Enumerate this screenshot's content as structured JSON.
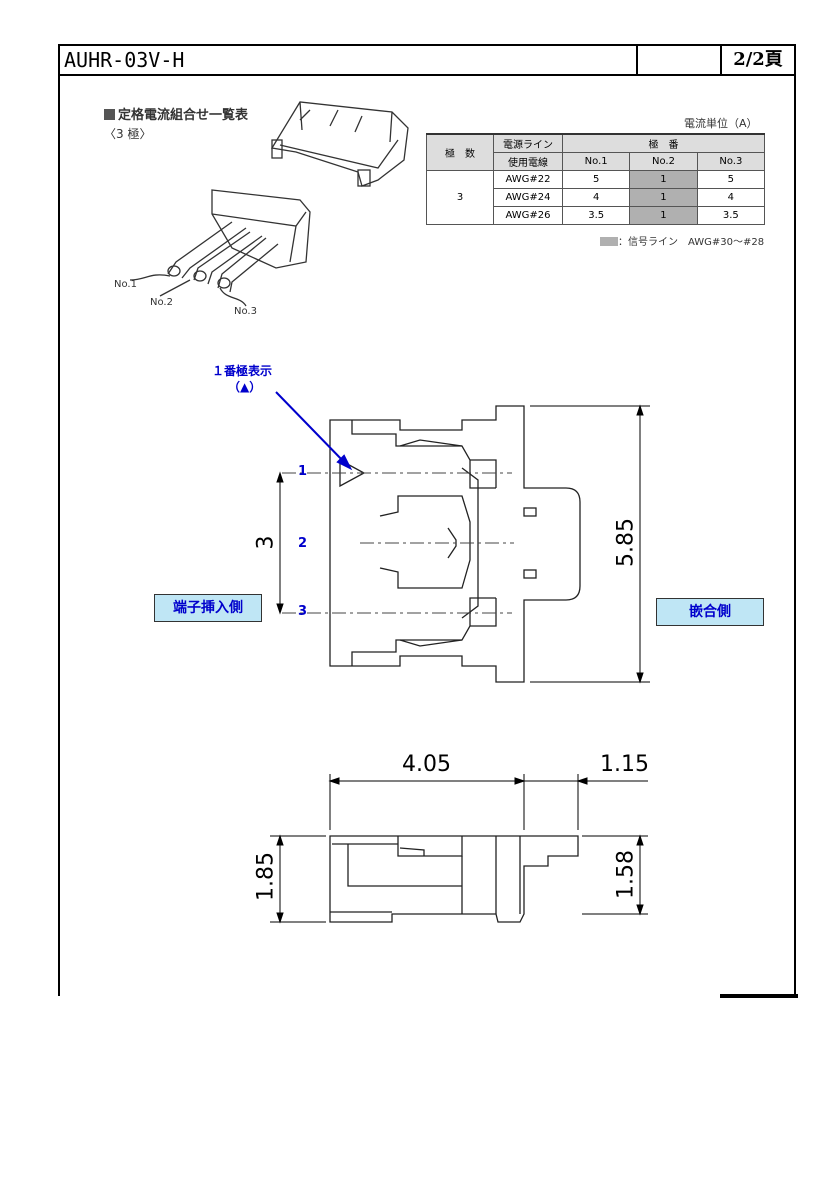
{
  "header": {
    "title": "AUHR-03V-H",
    "page": "2/2頁"
  },
  "section": {
    "title": "定格電流組合せ一覧表",
    "subtitle": "〈3 極〉"
  },
  "table": {
    "unit": "電流単位（A）",
    "head_poles": "極　数",
    "head_power": "電源ライン",
    "head_wire": "使用電線",
    "head_pin": "極　番",
    "pin_cols": [
      "No.1",
      "No.2",
      "No.3"
    ],
    "poles": "3",
    "rows": [
      {
        "wire": "AWG#22",
        "v1": "5",
        "v2": "1",
        "v3": "5"
      },
      {
        "wire": "AWG#24",
        "v1": "4",
        "v2": "1",
        "v3": "4"
      },
      {
        "wire": "AWG#26",
        "v1": "3.5",
        "v2": "1",
        "v3": "3.5"
      }
    ],
    "legend": "：信号ライン　AWG#30～#28"
  },
  "photo_labels": {
    "no1": "No.1",
    "no2": "No.2",
    "no3": "No.3"
  },
  "drawing": {
    "pin1_mark": "１番極表示",
    "pin1_mark_sub": "（▲）",
    "pins": [
      "1",
      "2",
      "3"
    ],
    "insert_side": "端子挿入側",
    "mating_side": "嵌合側",
    "dim_pitch": "3",
    "dim_height": "5.85",
    "dim_length": "4.05",
    "dim_tab": "1.15",
    "dim_side_left": "1.85",
    "dim_side_right": "1.58"
  },
  "colors": {
    "accent_blue": "#0000cc",
    "box_fill": "#bfe6f5",
    "signal_gray": "#b0b0b0"
  }
}
